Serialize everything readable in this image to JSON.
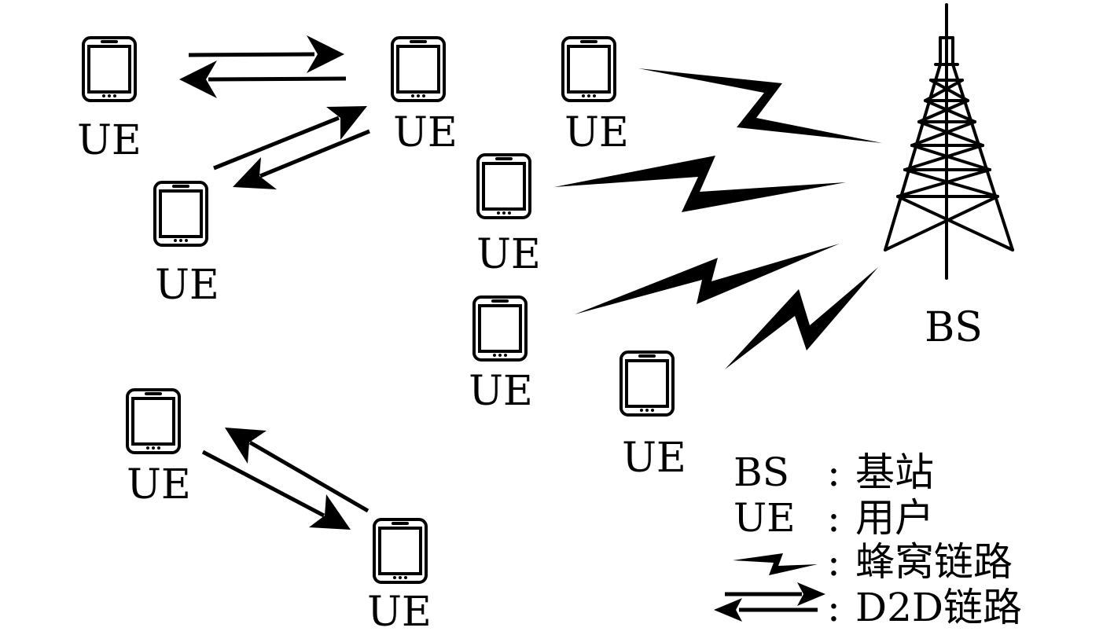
{
  "device_label": "UE",
  "tower_label": "BS",
  "legend": {
    "bs_key": "BS",
    "bs_desc": "基站",
    "ue_key": "UE",
    "ue_desc": "用户",
    "cellular_desc": "蜂窝链路",
    "d2d_desc": "D2D链路",
    "separator": ":"
  },
  "icons": {
    "device": "mobile-phone-icon",
    "tower": "cell-tower-icon",
    "cellular_link": "zigzag-link-icon",
    "d2d_link": "bidirectional-arrow-icon"
  }
}
